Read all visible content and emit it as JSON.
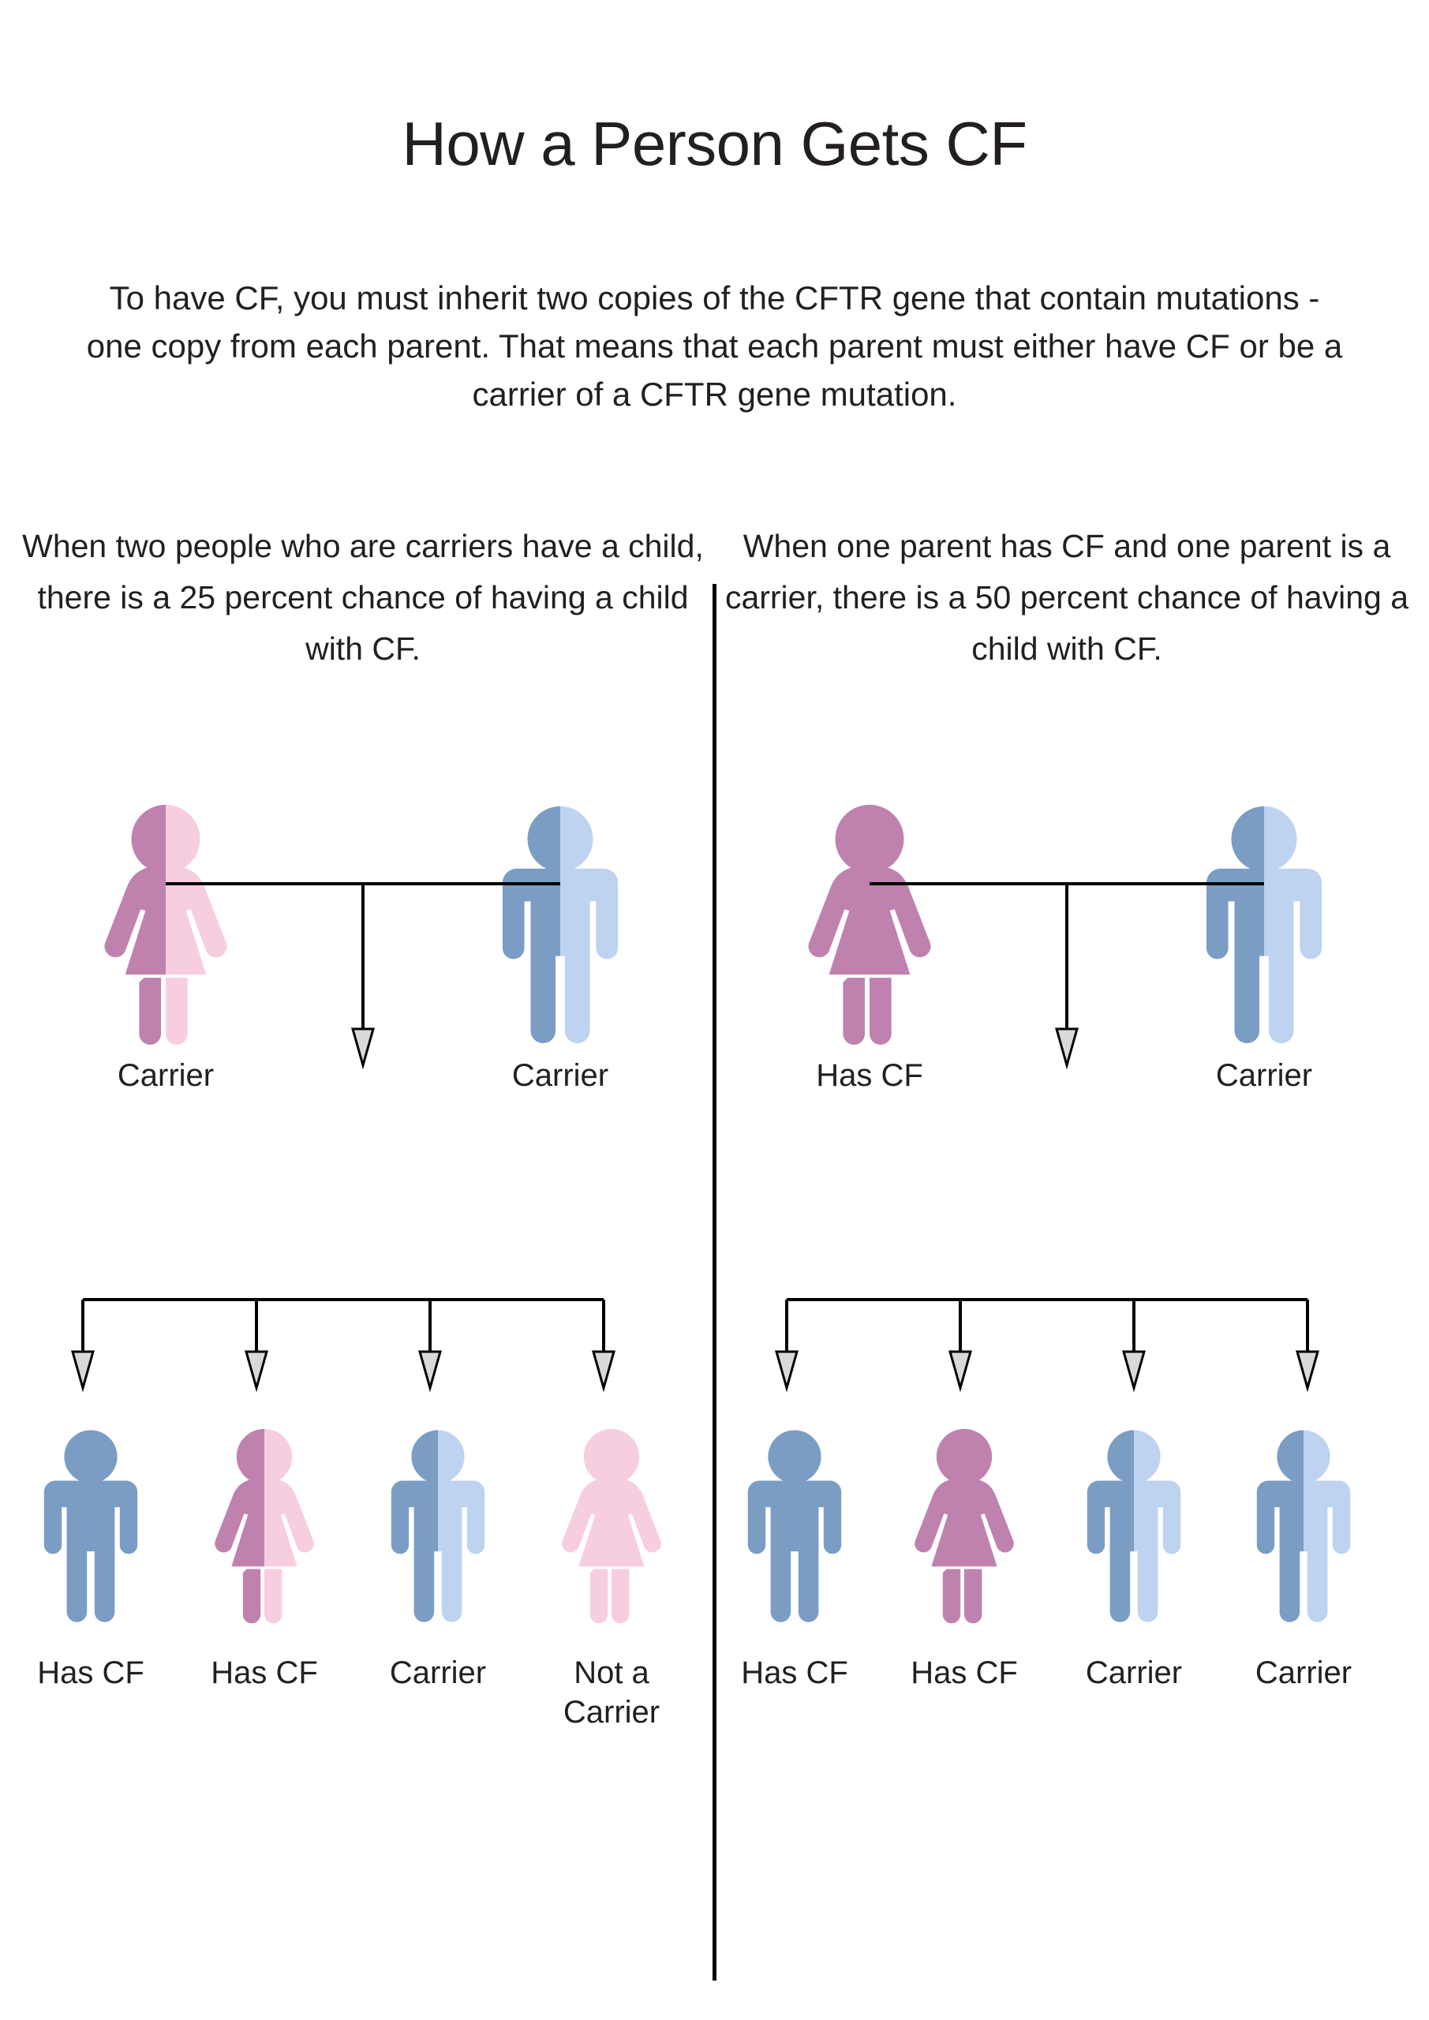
{
  "title": "How a Person Gets CF",
  "intro": "To have CF, you must inherit two copies of the CFTR gene that contain mutations - one copy from each parent. That means that each parent must either have CF or be a carrier of a CFTR gene mutation.",
  "colors": {
    "pink_dark": "#bf82ae",
    "pink_light": "#f7cee0",
    "blue_dark": "#7b9dc4",
    "blue_light": "#bdd3ef",
    "line": "#000000",
    "arrow_fill": "#d9d9d9",
    "text": "#231f20",
    "background": "#ffffff"
  },
  "panels": [
    {
      "id": "two-carriers",
      "heading": "When two people who are carriers have a child, there is a 25 percent chance of having a child with CF.",
      "chance_percent": 25,
      "parents": [
        {
          "sex": "female",
          "status": "Carrier",
          "label": "Carrier",
          "fill": "split-pink"
        },
        {
          "sex": "male",
          "status": "Carrier",
          "label": "Carrier",
          "fill": "split-blue"
        }
      ],
      "children": [
        {
          "sex": "male",
          "label": "Has CF",
          "fill": "solid-blue-dark"
        },
        {
          "sex": "female",
          "label": "Has CF",
          "fill": "split-pink"
        },
        {
          "sex": "male",
          "label": "Carrier",
          "fill": "split-blue"
        },
        {
          "sex": "female",
          "label": "Not a Carrier",
          "fill": "solid-pink-light"
        }
      ]
    },
    {
      "id": "cf-and-carrier",
      "heading": "When one parent has CF and one parent is a carrier, there is a 50 percent chance of having a child with CF.",
      "chance_percent": 50,
      "parents": [
        {
          "sex": "female",
          "status": "Has CF",
          "label": "Has CF",
          "fill": "solid-pink-dark"
        },
        {
          "sex": "male",
          "status": "Carrier",
          "label": "Carrier",
          "fill": "split-blue"
        }
      ],
      "children": [
        {
          "sex": "male",
          "label": "Has CF",
          "fill": "solid-blue-dark"
        },
        {
          "sex": "female",
          "label": "Has CF",
          "fill": "solid-pink-dark"
        },
        {
          "sex": "male",
          "label": "Carrier",
          "fill": "split-blue"
        },
        {
          "sex": "male",
          "label": "Carrier",
          "fill": "split-blue"
        }
      ]
    }
  ]
}
